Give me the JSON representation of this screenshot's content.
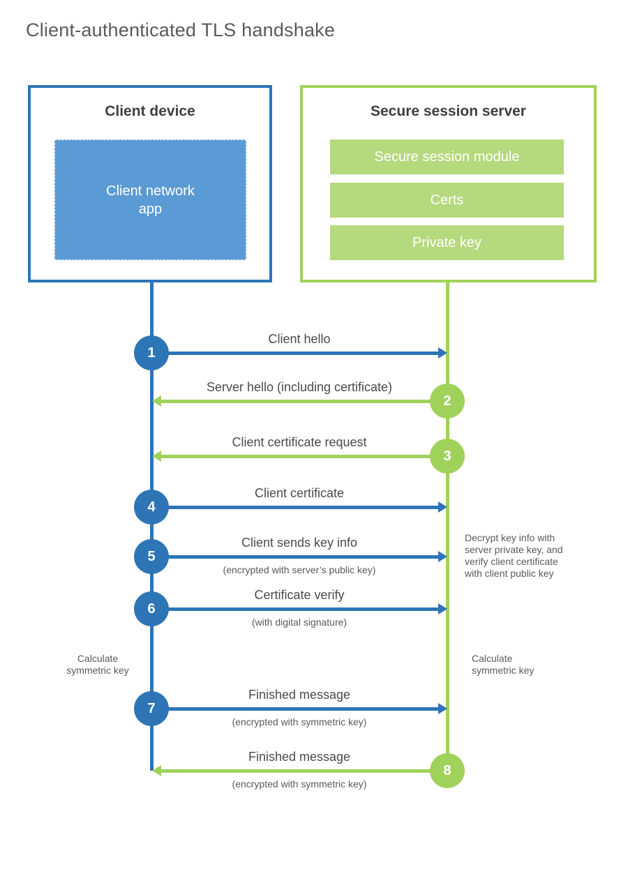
{
  "title": "Client-authenticated TLS handshake",
  "colors": {
    "blue": "#2e75b6",
    "blue_fill": "#5b9bd5",
    "green": "#a0d25b",
    "green_fill": "#b5d97d",
    "heading_text": "#3f3f3f",
    "label_text": "#4a4a4a",
    "note_text": "#595959"
  },
  "client": {
    "title": "Client device",
    "app_label": "Client network\napp"
  },
  "server": {
    "title": "Secure session server",
    "modules": [
      {
        "label": "Secure session module"
      },
      {
        "label": "Certs"
      },
      {
        "label": "Private key"
      }
    ]
  },
  "steps": [
    {
      "num": "1",
      "label": "Client hello",
      "direction": "client-to-server"
    },
    {
      "num": "2",
      "label": "Server hello (including certificate)",
      "direction": "server-to-client"
    },
    {
      "num": "3",
      "label": "Client certificate request",
      "direction": "server-to-client"
    },
    {
      "num": "4",
      "label": "Client certificate",
      "direction": "client-to-server"
    },
    {
      "num": "5",
      "label": "Client sends key info",
      "sub": "(encrypted with server’s public key)",
      "direction": "client-to-server"
    },
    {
      "num": "6",
      "label": "Certificate verify",
      "sub": "(with digital signature)",
      "direction": "client-to-server"
    },
    {
      "num": "7",
      "label": "Finished message",
      "sub": "(encrypted with symmetric key)",
      "direction": "client-to-server"
    },
    {
      "num": "8",
      "label": "Finished message",
      "sub": "(encrypted with symmetric key)",
      "direction": "server-to-client"
    }
  ],
  "notes": {
    "decrypt": "Decrypt key info with\nserver private key, and\nverify client certificate\nwith client public key",
    "calculate_left": "Calculate\nsymmetric key",
    "calculate_right": "Calculate\nsymmetric key"
  }
}
